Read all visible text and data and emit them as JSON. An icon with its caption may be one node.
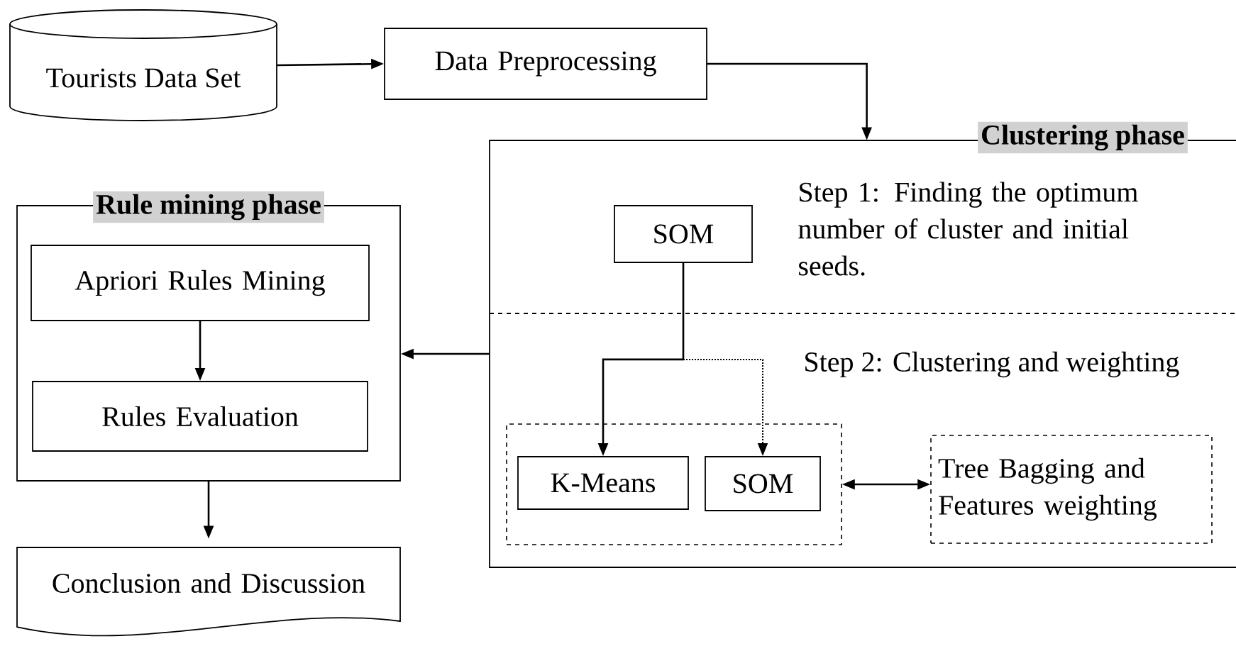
{
  "diagram": {
    "nodes": [
      {
        "text": [
          "Tourists Data Set"
        ]
      },
      {
        "text": [
          "Data Preprocessing"
        ]
      },
      {
        "text": [
          "Clustering phase",
          "Step 1: Finding the optimum number of cluster and initial seeds.",
          "Step 2: Clustering and weighting"
        ]
      },
      {
        "text": [
          "Rule mining phase"
        ]
      },
      {
        "text": [
          "Apriori Rules Mining"
        ],
        "in": 3
      },
      {
        "text": [
          "Rules Evaluation"
        ],
        "in": 3
      },
      {
        "text": [
          "SOM"
        ],
        "in": 2
      },
      {
        "text": [],
        "shape": "box",
        "in": 2
      },
      {
        "text": [
          "K-Means"
        ],
        "in": 7
      },
      {
        "text": [
          "SOM"
        ],
        "in": 7
      },
      {
        "text": [
          "Tree Bagging and Features weighting"
        ],
        "in": 2
      },
      {
        "text": [
          "Conclusion and Discussion"
        ]
      }
    ],
    "edges": [
      {
        "from": 0,
        "to": 1,
        "arrow": "to"
      },
      {
        "from": 1,
        "to": 2,
        "arrow": "to"
      },
      {
        "from": 2,
        "to": 3,
        "arrow": "to"
      },
      {
        "from": 4,
        "to": 5,
        "arrow": "to"
      },
      {
        "from": 3,
        "to": 11,
        "arrow": "to"
      },
      {
        "from": 6,
        "to": 8,
        "arrow": "to"
      },
      {
        "from": 6,
        "to": 9,
        "arrow": "to",
        "style": "dashed"
      },
      {
        "from": 7,
        "to": 10,
        "arrow": "both"
      }
    ]
  }
}
